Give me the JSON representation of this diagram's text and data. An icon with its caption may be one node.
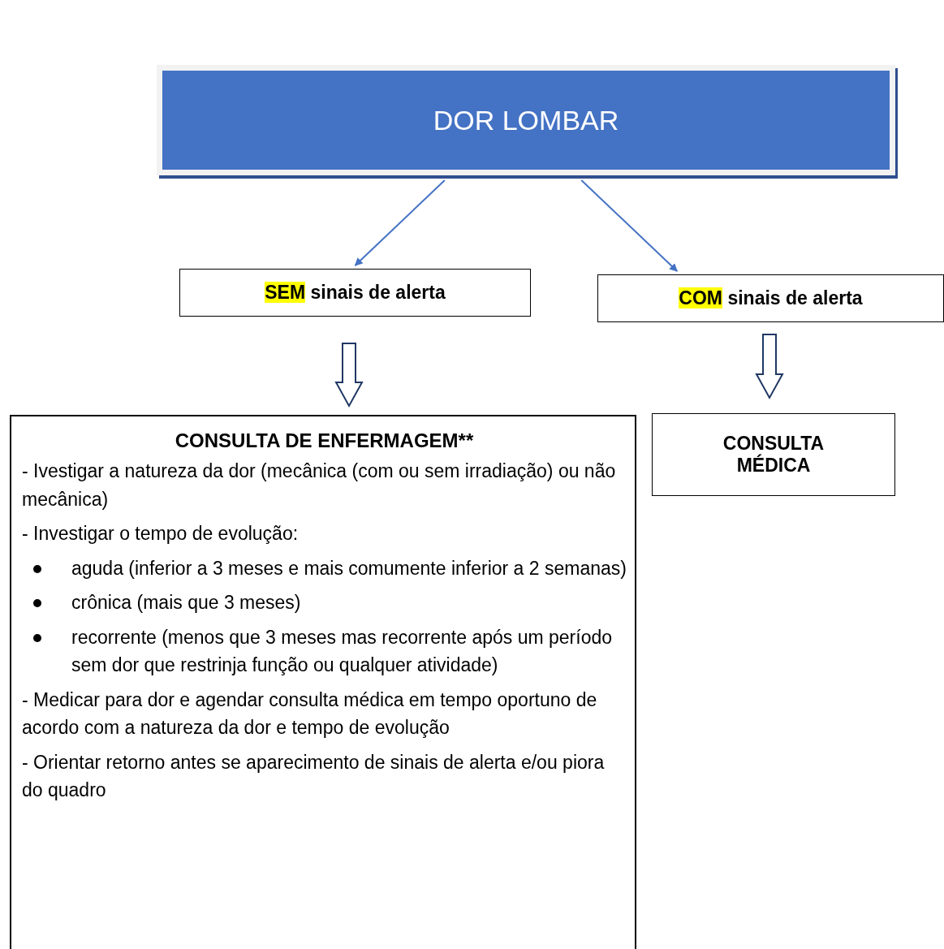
{
  "diagram": {
    "nodes": [
      {
        "text": [
          "DOR LOMBAR"
        ]
      },
      {
        "text": [
          "*SEM* sinais de alerta"
        ]
      },
      {
        "text": [
          "*COM* sinais de alerta"
        ]
      },
      {
        "text": [
          "CONSULTA DE ENFERMAGEM**",
          "- Ivestigar a natureza da dor (mecânica (com ou sem irradiação) ou não mecânica)",
          "- Investigar o tempo de evolução:",
          "aguda (inferior a 3 meses e mais comumente inferior a 2 semanas)",
          "crônica (mais que 3 meses)",
          "recorrente (menos que 3 meses mas recorrente após um período sem dor que restrinja função ou qualquer atividade)",
          "-  Medicar para dor e agendar consulta médica em tempo oportuno de acordo com a natureza da dor e tempo de evolução",
          "- Orientar retorno antes se aparecimento de sinais de alerta e/ou piora do quadro"
        ]
      },
      {
        "text": [
          "CONSULTA MÉDICA"
        ]
      }
    ],
    "edges": [
      {
        "from": 0,
        "to": 1,
        "arrow": "to"
      },
      {
        "from": 0,
        "to": 2,
        "arrow": "to"
      },
      {
        "from": 1,
        "to": 3,
        "arrow": "to",
        "style": "thick",
        "color": "#203864"
      },
      {
        "from": 2,
        "to": 4,
        "arrow": "to",
        "style": "thick",
        "color": "#203864"
      }
    ]
  }
}
